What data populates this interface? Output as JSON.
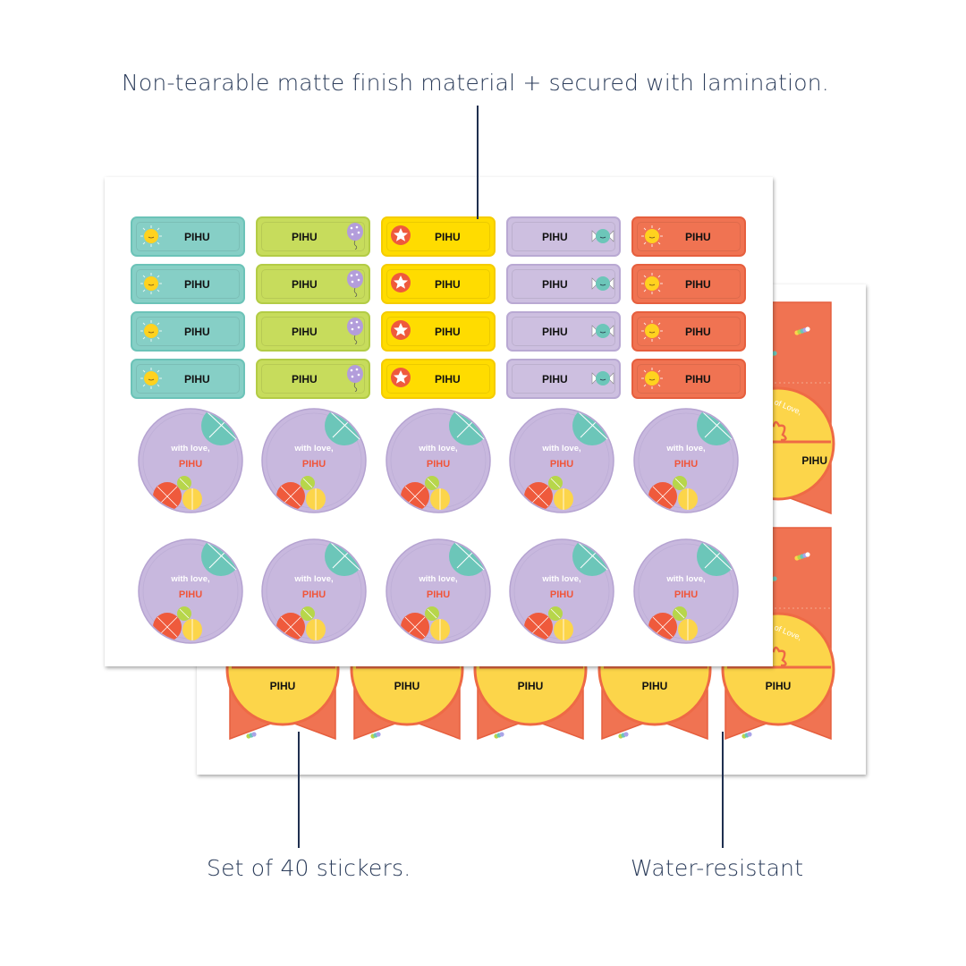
{
  "callouts": {
    "top": "Non-tearable matte finish material + secured with lamination.",
    "bottom_left": "Set of 40 stickers.",
    "bottom_right": "Water-resistant"
  },
  "sticker_name": "PIHU",
  "circle_greeting": "with love,",
  "banner_greeting": "of Love,",
  "label_columns": [
    {
      "theme": "sun",
      "icon": "sun-icon",
      "bg": "#86cfc6",
      "border": "#6cc3b8"
    },
    {
      "theme": "balloon",
      "icon": "balloon-icon",
      "bg": "#c7dc5c",
      "border": "#b3cc46"
    },
    {
      "theme": "star",
      "icon": "star-icon",
      "bg": "#ffdc00",
      "border": "#f5cc00"
    },
    {
      "theme": "candy",
      "icon": "candy-icon",
      "bg": "#cdbfe0",
      "border": "#b9a9d3"
    },
    {
      "theme": "sun-orange",
      "icon": "sun-icon",
      "bg": "#f07352",
      "border": "#e65f3e"
    }
  ],
  "colors": {
    "lavender": "#c8b8de",
    "teal": "#6cc6b9",
    "red": "#ef5a3c",
    "yellow": "#fcd54a",
    "green": "#b7d64a",
    "banner_orange": "#f07352",
    "text": "#2c3d5b"
  }
}
